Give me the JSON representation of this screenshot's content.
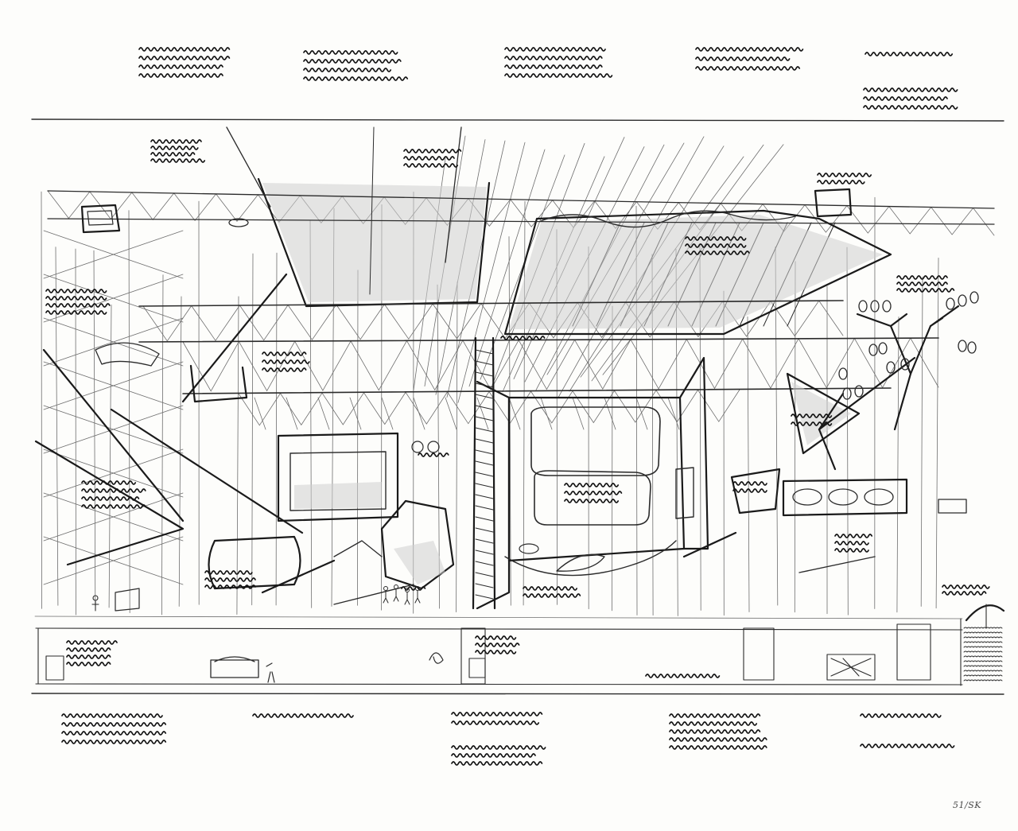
{
  "drawing": {
    "sheet_number": "51/SK",
    "colors": {
      "paper": "#fdfdfb",
      "pencil": "#2b2b2b",
      "pencil_light": "#6e6e6e",
      "scribble": "#151515",
      "shade": "#cfcfcf"
    },
    "elements": [
      "top-scribble-blocks",
      "bottom-scribble-blocks",
      "frame-lines",
      "roof-truss",
      "canopy",
      "central-core-tower",
      "screens",
      "escalator-ramps",
      "ground-floor",
      "figures",
      "water-hatching"
    ]
  }
}
